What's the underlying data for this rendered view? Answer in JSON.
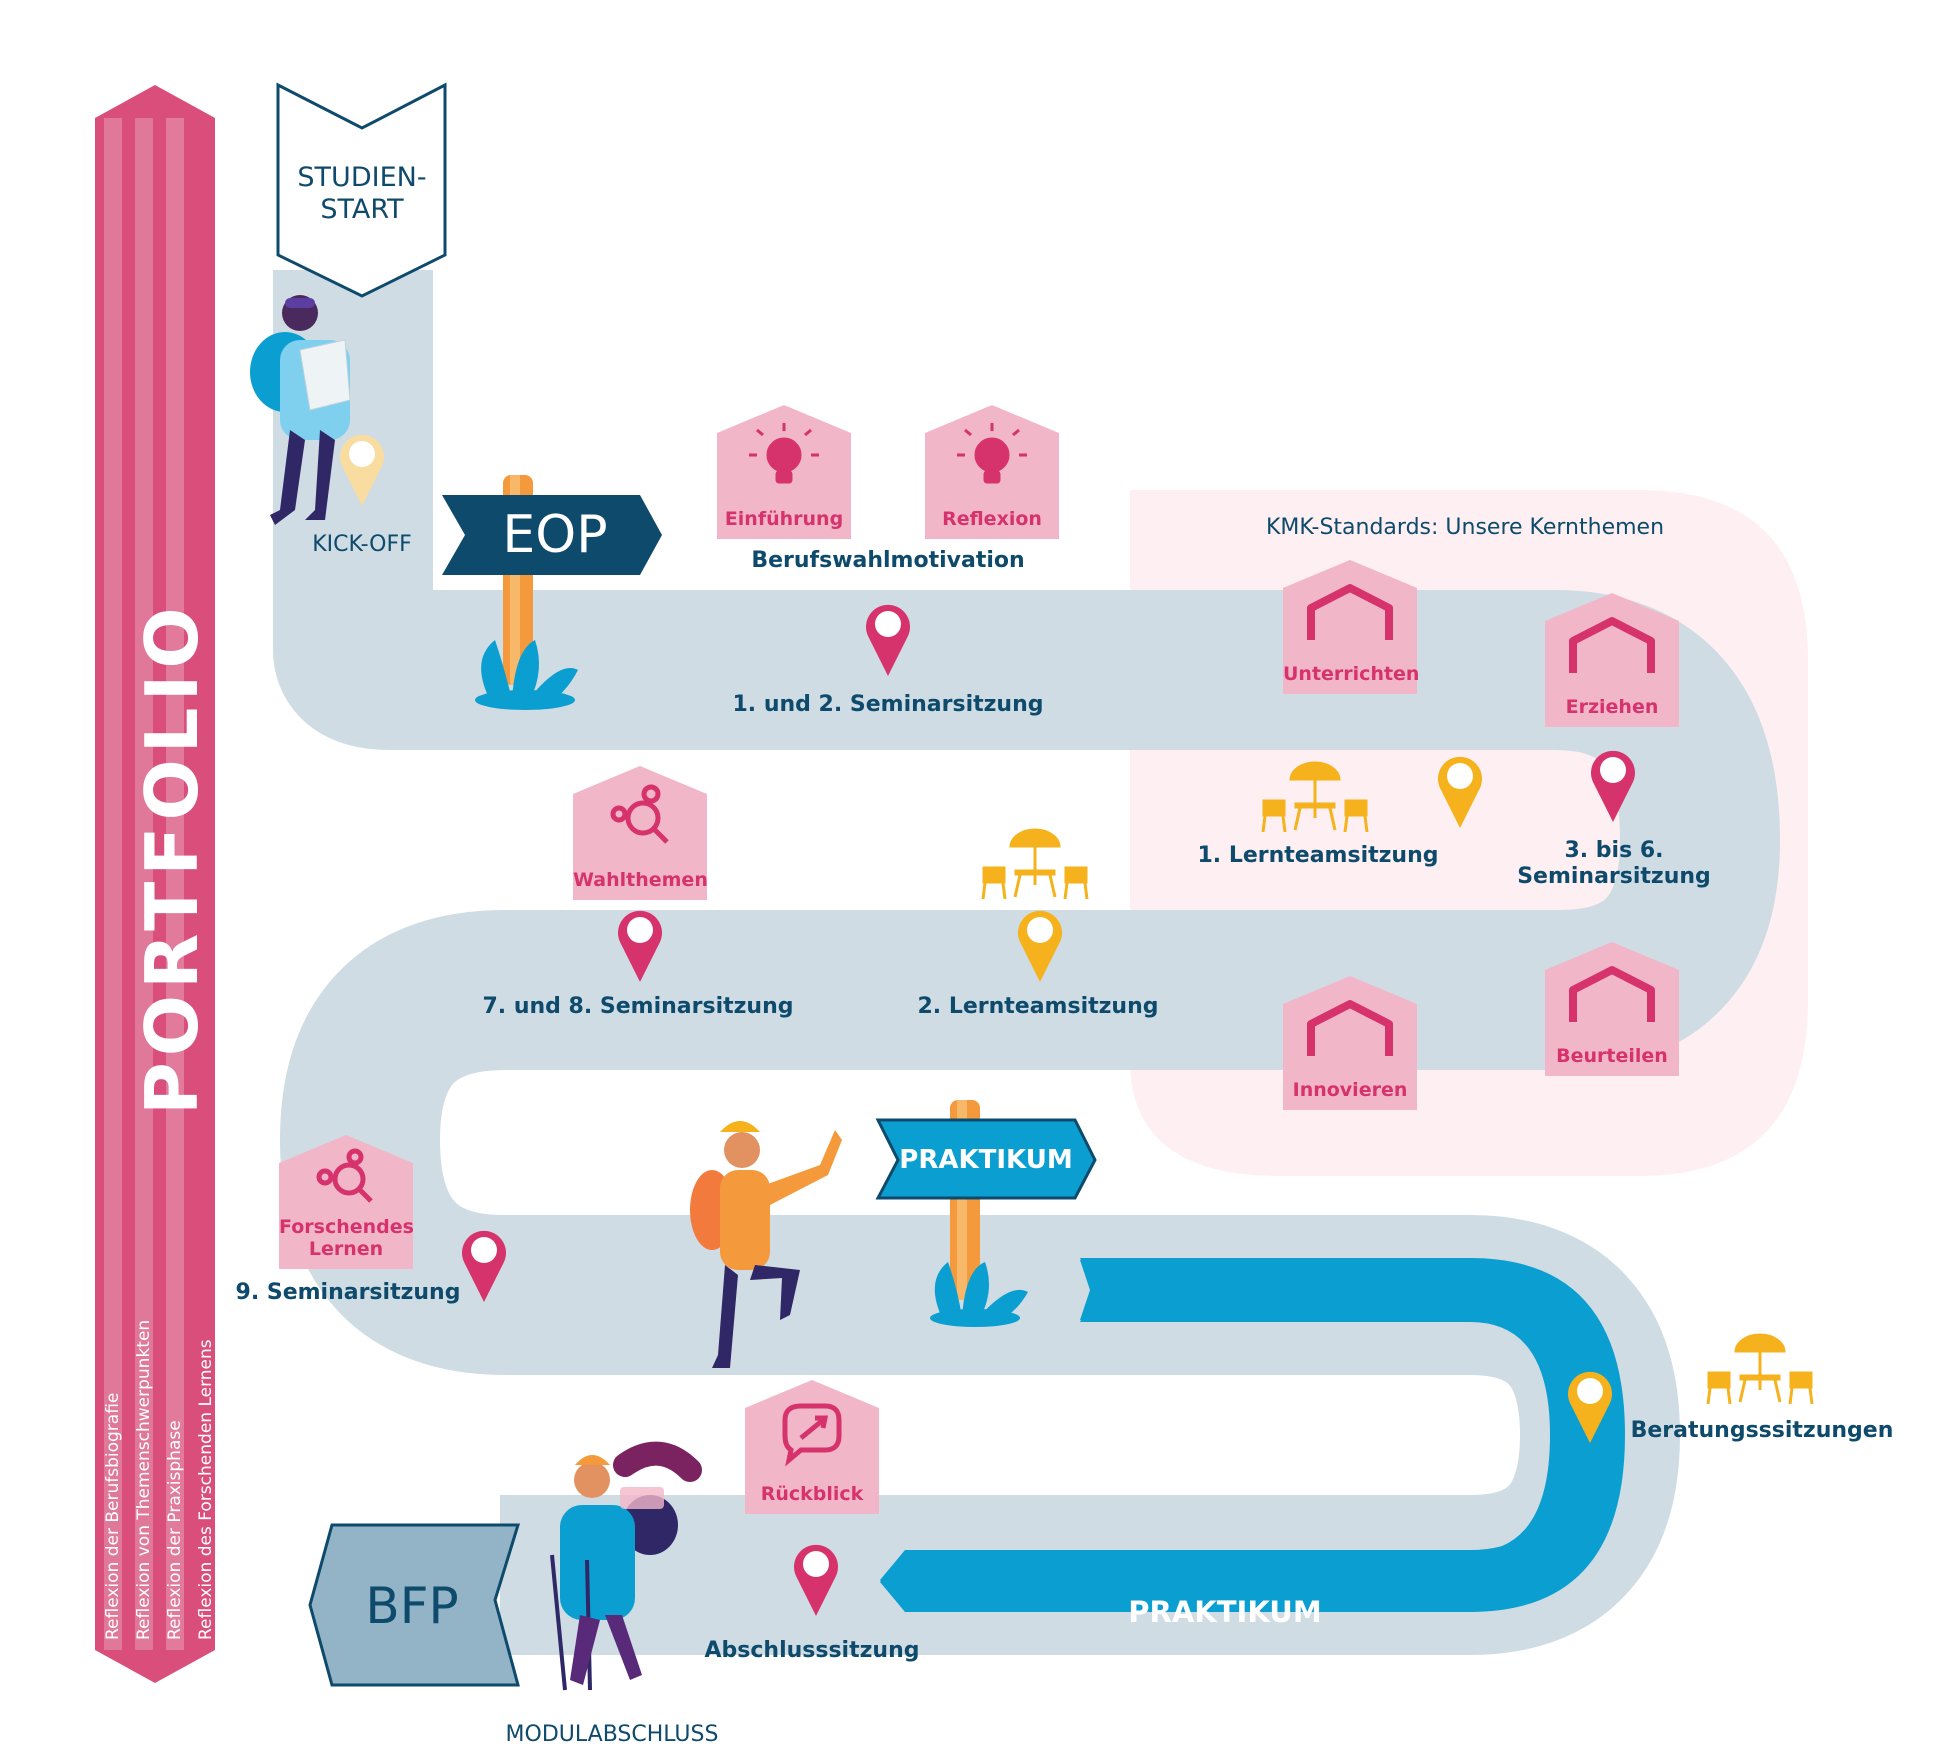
{
  "portfolio": {
    "title": "PORTFOLIO",
    "reflections": [
      "Reflexion der Berufsbiografie",
      "Reflexion von Themenschwerpunkten",
      "Reflexion der Praxisphase",
      "Reflexion des Forschenden Lernens"
    ]
  },
  "start_banner": {
    "line1": "STUDIEN-",
    "line2": "START"
  },
  "signs": {
    "eop": "EOP",
    "praktikum_sign": "PRAKTIKUM",
    "praktikum_band": "PRAKTIKUM",
    "bfp": "BFP"
  },
  "kmk_title": "KMK-Standards: Unsere Kernthemen",
  "houses": {
    "einfuehrung": "Einführung",
    "reflexion": "Reflexion",
    "unterrichten": "Unterrichten",
    "erziehen": "Erziehen",
    "wahlthemen": "Wahlthemen",
    "innovieren": "Innovieren",
    "beurteilen": "Beurteilen",
    "forschendes_1": "Forschendes",
    "forschendes_2": "Lernen",
    "rueckblick": "Rückblick"
  },
  "labels": {
    "kickoff": "KICK-OFF",
    "berufswahl": "Berufswahlmotivation",
    "seminar_1_2": "1. und 2. Seminarsitzung",
    "lernteam_1": "1.  Lernteamsitzung",
    "seminar_3_6_a": "3. bis 6.",
    "seminar_3_6_b": "Seminarsitzung",
    "seminar_7_8": "7. und 8. Seminarsitzung",
    "lernteam_2": "2. Lernteamsitzung",
    "seminar_9": "9. Seminarsitzung",
    "beratung": "Beratungsssitzungen",
    "abschluss": "Abschlusssitzung",
    "modulabschluss": "MODULABSCHLUSS"
  },
  "colors": {
    "path": "#cfdce4",
    "navy": "#0e4a6b",
    "blue": "#0a9fd0",
    "pink": "#d94e7a",
    "house_pink": "#f2b6c9",
    "house_text": "#d6336c",
    "yellow": "#f5b21c",
    "kmk_bg": "#fdeff2"
  },
  "icons": [
    "lightbulb-icon",
    "house-roof-icon",
    "magnifier-gear-icon",
    "chat-arrow-icon",
    "map-pin-icon",
    "picnic-table-icon",
    "plant-icon"
  ]
}
